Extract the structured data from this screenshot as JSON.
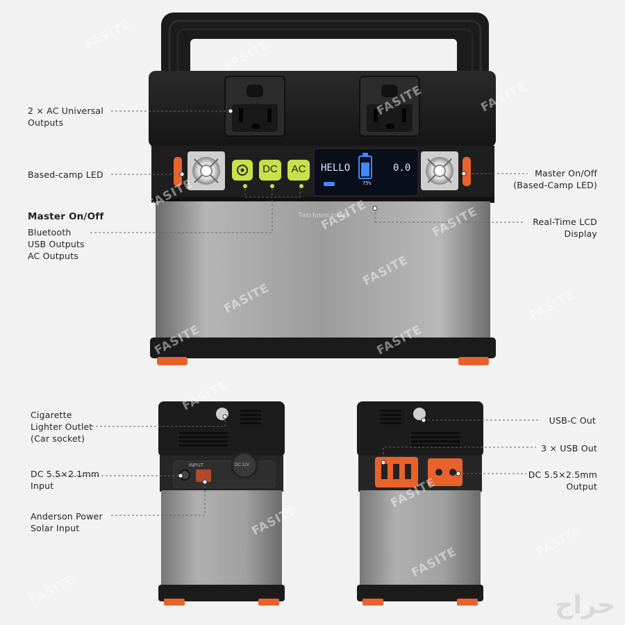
{
  "labels": {
    "ac_outputs": [
      "2 × AC Universal",
      "Outputs"
    ],
    "camp_led": "Based-camp LED",
    "master_title": "Master On/Off",
    "master_items": [
      "Bluetooth",
      "USB Outputs",
      "AC Outputs"
    ],
    "master_led": [
      "Master On/Off",
      "(Based-Camp LED)"
    ],
    "lcd_display": [
      "Real-Time LCD",
      "Display"
    ],
    "cigarette": [
      "Cigarette",
      "Lighter Outlet",
      "(Car socket)"
    ],
    "dc_input": [
      "DC 5.5×2.1mm",
      "Input"
    ],
    "anderson": [
      "Anderson Power",
      "Solar Input"
    ],
    "usb_c": "USB-C Out",
    "usb_out": "3 × USB Out",
    "dc_output": [
      "DC 5.5×2.5mm",
      "Output"
    ]
  },
  "device": {
    "buttons": [
      "DC",
      "AC"
    ],
    "lcd_left": "HELLO",
    "lcd_battery": "75%",
    "lcd_right": "0.0",
    "fuse_text": "Two fuses inside",
    "input_label": "INPUT",
    "dc_socket_label": "DC 12V"
  },
  "watermark": "FASITE",
  "site_mark": "حراج",
  "colors": {
    "accent": "#e8622c",
    "body_dark": "#1c1c1c",
    "panel_steel": "#9a9a9a",
    "lcd_bg": "#0a0d1a",
    "button_green": "#c8e04a"
  }
}
